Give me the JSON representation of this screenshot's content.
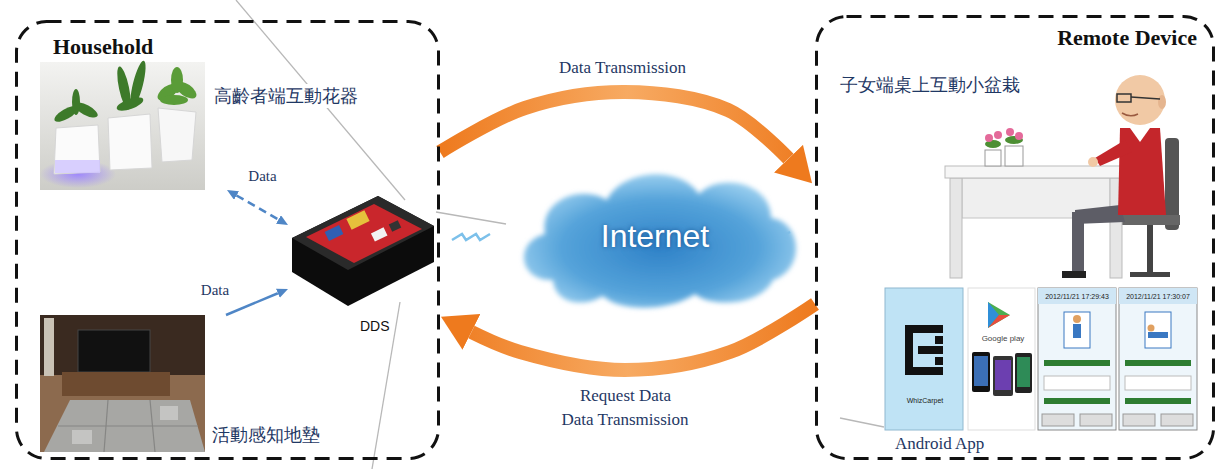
{
  "diagram": {
    "nodes": [
      {
        "text": [
          "Household"
        ]
      },
      {
        "text": [
          "高齡者端互動花器"
        ],
        "in": 0
      },
      {
        "text": [
          "DDS"
        ],
        "in": 0
      },
      {
        "text": [
          "活動感知地墊"
        ],
        "in": 0
      },
      {
        "text": [
          "Internet"
        ]
      },
      {
        "text": [
          "Remote Device"
        ]
      },
      {
        "text": [
          "子女端桌上互動小盆栽"
        ],
        "in": 5
      },
      {
        "text": [
          "Android App"
        ],
        "in": 5
      }
    ],
    "edges": [
      {
        "from": 1,
        "to": 2,
        "label": "Data",
        "arrow": "both"
      },
      {
        "from": 3,
        "to": 2,
        "label": "Data",
        "arrow": "to"
      },
      {
        "from": 0,
        "to": 5,
        "label": "Data Transmission",
        "arrow": "to"
      },
      {
        "from": 5,
        "to": 0,
        "label": "Request Data",
        "arrow": "to"
      }
    ],
    "labels": [
      "Data Transmission",
      "WhizCarpet",
      "Google play",
      "2012/11/21 17:29:43",
      "2012/11/21 17:30:07"
    ]
  }
}
